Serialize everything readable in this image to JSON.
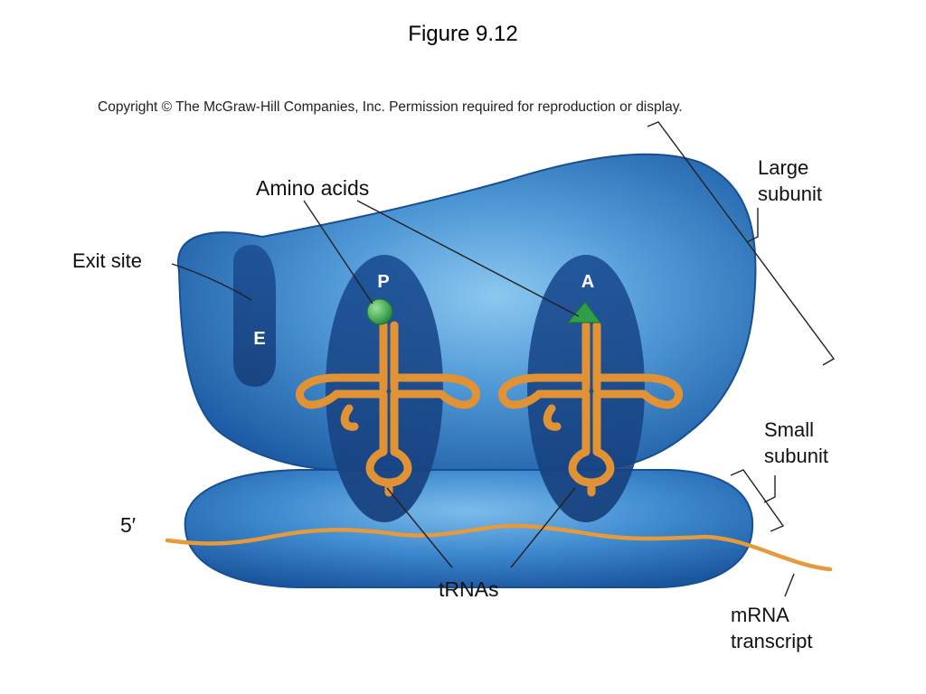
{
  "title": "Figure 9.12",
  "copyright": "Copyright © The McGraw-Hill Companies, Inc. Permission required for reproduction or display.",
  "labels": {
    "large_subunit": [
      "Large",
      "subunit"
    ],
    "small_subunit": [
      "Small",
      "subunit"
    ],
    "amino_acids": "Amino acids",
    "exit_site": "Exit site",
    "trnas": "tRNAs",
    "mrna": [
      "mRNA",
      "transcript"
    ],
    "five_prime": "5′"
  },
  "sites": {
    "e": "E",
    "p": "P",
    "a": "A"
  },
  "colors": {
    "ribosome_dark": "#1f5fa8",
    "ribosome_light": "#5aa6e0",
    "trna": "#e59a3c",
    "amino_acid": "#2e9e48"
  }
}
